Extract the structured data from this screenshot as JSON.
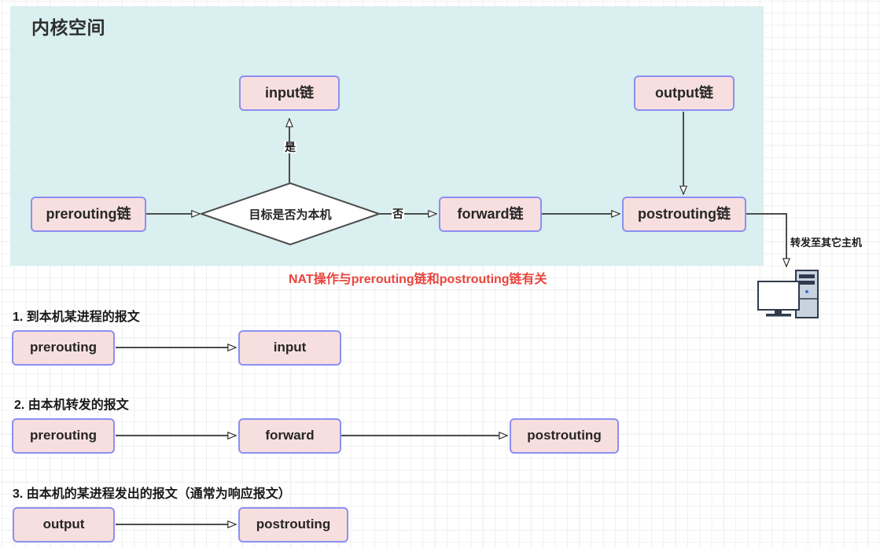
{
  "kernel": {
    "title": "内核空间",
    "panel_color": "#d9eff0"
  },
  "colors": {
    "node_fill": "#f7dfdf",
    "node_border": "#8c8ff0",
    "diamond_fill": "#ffffff",
    "diamond_border": "#4d4d4d",
    "edge": "#4d4d4d",
    "note_red": "#e8453c",
    "grid_minor": "#f0f0f0",
    "grid_major": "#e2e2e2"
  },
  "main_flow": {
    "nodes": {
      "prerouting": "prerouting链",
      "input": "input链",
      "forward": "forward链",
      "postrouting": "postrouting链",
      "output": "output链"
    },
    "decision": "目标是否为本机",
    "edge_labels": {
      "yes": "是",
      "no": "否"
    },
    "forward_out_label": "转发至其它主机",
    "host_icon": "desktop-computer-icon"
  },
  "nat_note": "NAT操作与prerouting链和postrouting链有关",
  "sections": [
    {
      "heading": "1. 到本机某进程的报文",
      "chain": [
        "prerouting",
        "input"
      ]
    },
    {
      "heading": "2. 由本机转发的报文",
      "chain": [
        "prerouting",
        "forward",
        "postrouting"
      ]
    },
    {
      "heading": "3. 由本机的某进程发出的报文（通常为响应报文）",
      "chain": [
        "output",
        "postrouting"
      ]
    }
  ]
}
